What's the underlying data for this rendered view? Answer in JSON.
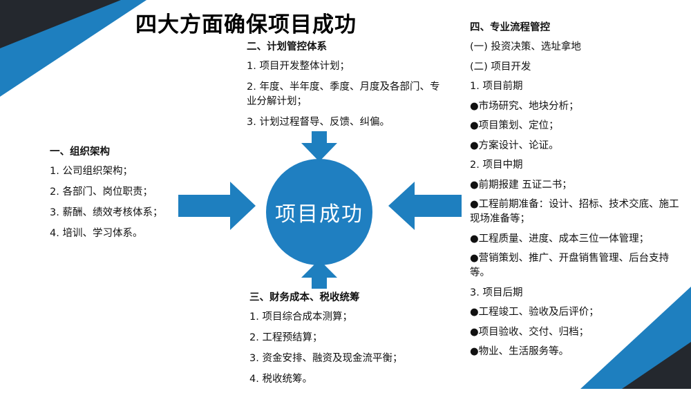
{
  "title": "四大方面确保项目成功",
  "center_label": "项目成功",
  "colors": {
    "accent": "#1e7fbf",
    "dark": "#24282e",
    "circle": "#1f7fc1"
  },
  "sections": [
    {
      "id": "sec1",
      "heading": "一、组织架构",
      "items": [
        "1. 公司组织架构；",
        "2. 各部门、岗位职责；",
        "3. 薪酬、绩效考核体系；",
        "4. 培训、学习体系。"
      ]
    },
    {
      "id": "sec2",
      "heading": "二、计划管控体系",
      "items": [
        "1. 项目开发整体计划；",
        "2. 年度、半年度、季度、月度及各部门、专业分解计划；",
        "3. 计划过程督导、反馈、纠偏。"
      ]
    },
    {
      "id": "sec3",
      "heading": "三、财务成本、税收统筹",
      "items": [
        "1. 项目综合成本测算；",
        "2. 工程预结算；",
        "3. 资金安排、融资及现金流平衡；",
        "4. 税收统筹。"
      ]
    },
    {
      "id": "sec4",
      "heading": "四、专业流程管控",
      "items": [
        "(一) 投资决策、选址拿地",
        "(二) 项目开发",
        "1. 项目前期",
        "●市场研究、地块分析；",
        "●项目策划、定位；",
        "●方案设计、论证。",
        "2. 项目中期",
        "●前期报建 五证二书；",
        "●工程前期准备：设计、招标、技术交底、施工现场准备等；",
        "●工程质量、进度、成本三位一体管理；",
        "●营销策划、推广、开盘销售管理、后台支持等。",
        "3. 项目后期",
        "●工程竣工、验收及后评价；",
        "●项目验收、交付、归档；",
        "●物业、生活服务等。"
      ]
    }
  ]
}
